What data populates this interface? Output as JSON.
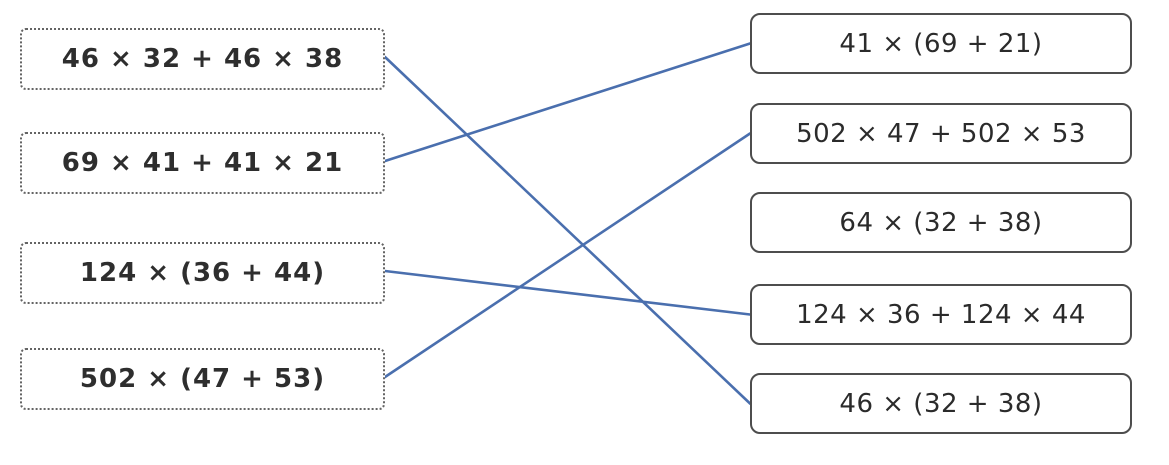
{
  "left_items": [
    {
      "id": "L1",
      "label": "46 × 32 + 46 × 38"
    },
    {
      "id": "L2",
      "label": "69 × 41 + 41 × 21"
    },
    {
      "id": "L3",
      "label": "124 × (36 + 44)"
    },
    {
      "id": "L4",
      "label": "502 × (47 + 53)"
    }
  ],
  "right_items": [
    {
      "id": "R1",
      "label": "41 × (69 + 21)"
    },
    {
      "id": "R2",
      "label": "502 × 47 + 502 × 53"
    },
    {
      "id": "R3",
      "label": "64 × (32 + 38)"
    },
    {
      "id": "R4",
      "label": "124 × 36 + 124 × 44"
    },
    {
      "id": "R5",
      "label": "46 × (32 + 38)"
    }
  ],
  "connections": [
    {
      "from": 0,
      "to": 4
    },
    {
      "from": 1,
      "to": 0
    },
    {
      "from": 2,
      "to": 3
    },
    {
      "from": 3,
      "to": 1
    }
  ],
  "colors": {
    "connector_line": "#4a6fae",
    "left_box_border": "#646464",
    "right_box_border": "#4d4d4d",
    "text": "#2b2b2b"
  }
}
